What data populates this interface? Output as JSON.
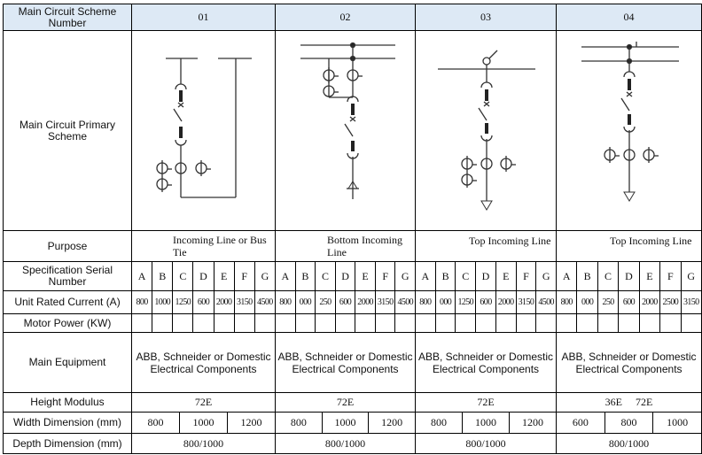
{
  "labels": {
    "scheme_number": "Main Circuit Scheme Number",
    "primary_scheme": "Main Circuit Primary Scheme",
    "purpose": "Purpose",
    "spec_serial": "Specification Serial Number",
    "rated_current": "Unit Rated Current (A)",
    "motor_power": "Motor Power (KW)",
    "main_equipment": "Main Equipment",
    "height": "Height Modulus",
    "width": "Width Dimension (mm)",
    "depth": "Depth Dimension (mm)"
  },
  "groups": [
    {
      "number": "01",
      "purpose": "Incoming Line or Bus Tie",
      "serials": [
        "A",
        "B",
        "C",
        "D",
        "E",
        "F",
        "G"
      ],
      "currents": [
        "800",
        "1000",
        "1250",
        "600",
        "2000",
        "3150",
        "4500"
      ],
      "equipment": "ABB, Schneider or Domestic Electrical Components",
      "height": "72E",
      "widths": [
        "800",
        "1000",
        "1200"
      ],
      "depth": "800/1000"
    },
    {
      "number": "02",
      "purpose": "Bottom Incoming Line",
      "serials": [
        "A",
        "B",
        "C",
        "D",
        "E",
        "F",
        "G"
      ],
      "currents": [
        "800",
        "000",
        "250",
        "600",
        "2000",
        "3150",
        "4500"
      ],
      "equipment": "ABB, Schneider or Domestic Electrical Components",
      "height": "72E",
      "widths": [
        "800",
        "1000",
        "1200"
      ],
      "depth": "800/1000"
    },
    {
      "number": "03",
      "purpose": "Top Incoming Line",
      "serials": [
        "A",
        "B",
        "C",
        "D",
        "E",
        "F",
        "G"
      ],
      "currents": [
        "800",
        "000",
        "1250",
        "600",
        "2000",
        "3150",
        "4500"
      ],
      "equipment": "ABB, Schneider or Domestic Electrical Components",
      "height": "72E",
      "widths": [
        "800",
        "1000",
        "1200"
      ],
      "depth": "800/1000"
    },
    {
      "number": "04",
      "purpose": "Top Incoming Line",
      "serials": [
        "A",
        "B",
        "C",
        "D",
        "E",
        "F",
        "G"
      ],
      "currents": [
        "800",
        "000",
        "250",
        "600",
        "2000",
        "2500",
        "3150"
      ],
      "equipment": "ABB, Schneider or Domestic Electrical Components",
      "heights": [
        "36E",
        "72E"
      ],
      "widths": [
        "600",
        "800",
        "1000"
      ],
      "depth": "800/1000"
    }
  ]
}
